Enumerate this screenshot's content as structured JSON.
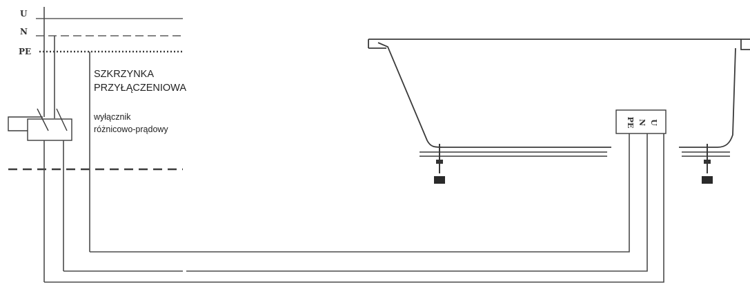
{
  "lines": {
    "u_label": "U",
    "n_label": "N",
    "pe_label": "PE"
  },
  "junction_box": {
    "label_line1": "SZKRZYNKA",
    "label_line2": "PRZYŁĄCZENIOWA"
  },
  "breaker": {
    "label_line1": "wyłącznik",
    "label_line2": "różnicowo-prądowy"
  },
  "terminal_box": {
    "pe": "PE",
    "n": "N",
    "u": "U"
  }
}
